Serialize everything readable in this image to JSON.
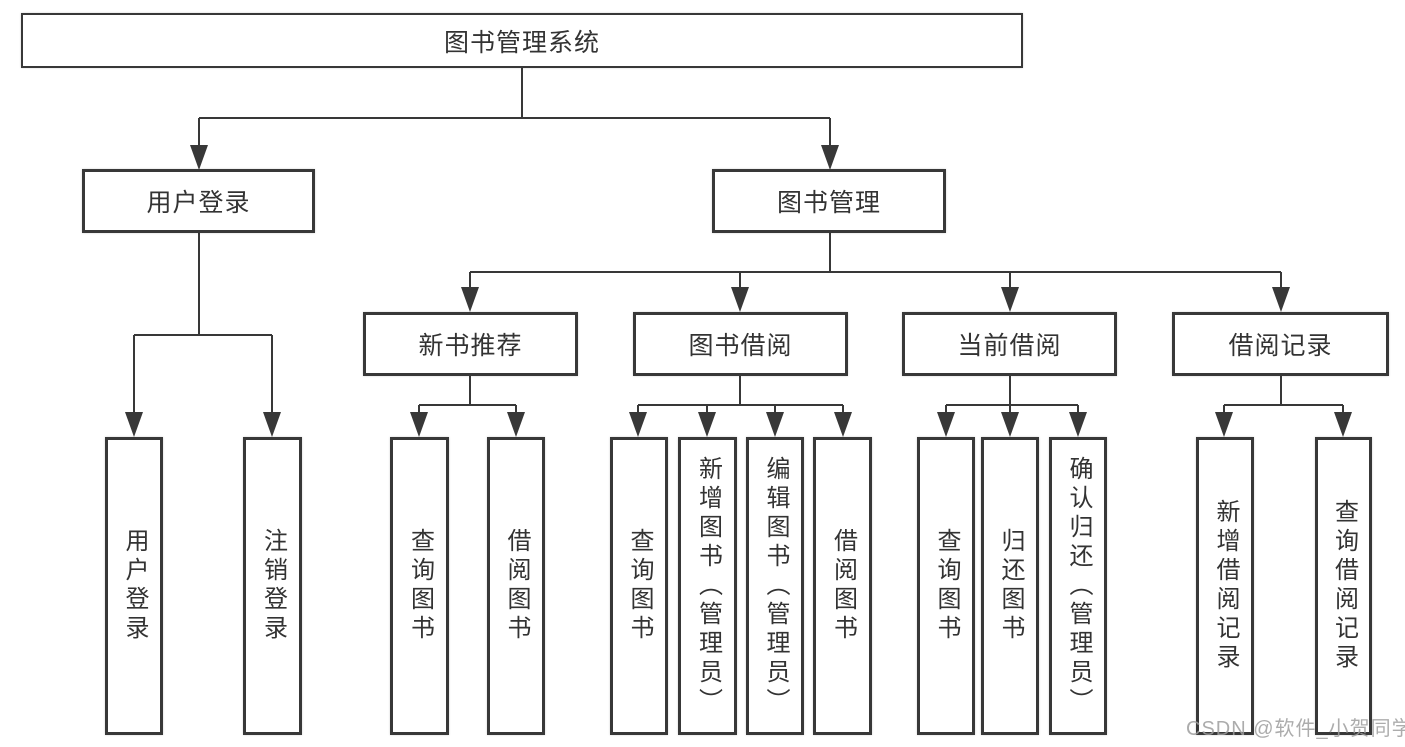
{
  "diagram": {
    "root": {
      "label": "图书管理系统"
    },
    "level2": [
      {
        "label": "用户登录"
      },
      {
        "label": "图书管理"
      }
    ],
    "level3": [
      {
        "label": "新书推荐"
      },
      {
        "label": "图书借阅"
      },
      {
        "label": "当前借阅"
      },
      {
        "label": "借阅记录"
      }
    ],
    "leaves": [
      {
        "label": "用户登录"
      },
      {
        "label": "注销登录"
      },
      {
        "label": "查询图书"
      },
      {
        "label": "借阅图书"
      },
      {
        "label": "查询图书"
      },
      {
        "label": "新增图书（管理员）"
      },
      {
        "label": "编辑图书（管理员）"
      },
      {
        "label": "借阅图书"
      },
      {
        "label": "查询图书"
      },
      {
        "label": "归还图书"
      },
      {
        "label": "确认归还（管理员）"
      },
      {
        "label": "新增借阅记录"
      },
      {
        "label": "查询借阅记录"
      }
    ]
  },
  "colors": {
    "line": "#383838",
    "text": "#333333",
    "box_background": "#ffffff",
    "watermark": "#9e9e9e"
  },
  "watermark": {
    "text": "CSDN @软件_小贺同学"
  }
}
